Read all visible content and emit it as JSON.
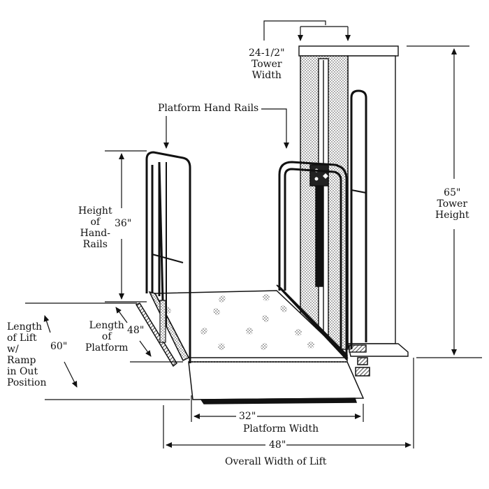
{
  "diagram": {
    "labels": {
      "tower_width": {
        "value": "24-1/2\"",
        "line1": "Tower",
        "line2": "Width"
      },
      "platform_hand_rails": "Platform Hand Rails",
      "tower_height": {
        "value": "65\"",
        "line1": "Tower",
        "line2": "Height"
      },
      "handrail_height": {
        "line1": "Height",
        "line2": "of",
        "line3": "Hand-",
        "line4": "Rails",
        "value": "36\""
      },
      "length_platform": {
        "line1": "Length",
        "line2": "of",
        "line3": "Platform",
        "value": "48\""
      },
      "length_lift": {
        "line1": "Length",
        "line2": "of Lift",
        "line3": "w/",
        "line4": "Ramp",
        "line5": "in Out",
        "line6": "Position",
        "value": "60\""
      },
      "platform_width": {
        "value": "32\"",
        "label": "Platform Width"
      },
      "overall_width": {
        "value": "48\"",
        "label": "Overall Width of Lift"
      }
    }
  }
}
